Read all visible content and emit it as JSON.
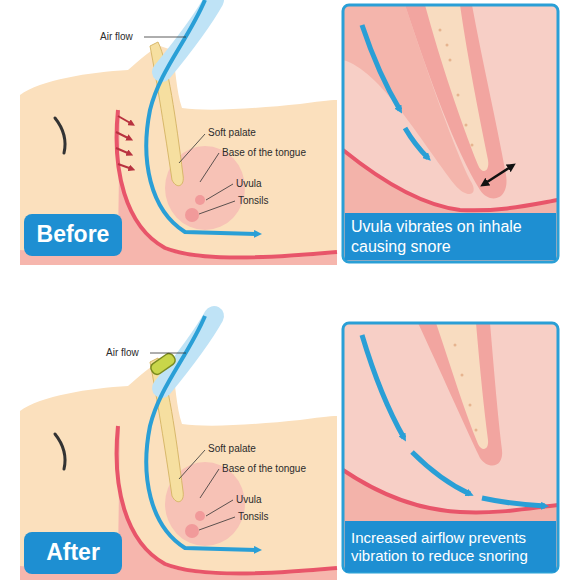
{
  "diagram": {
    "nodes": [
      {
        "text": [
          "Before"
        ]
      },
      {
        "text": [
          "Uvula vibrates on inhale causing snore"
        ]
      },
      {
        "text": [
          "After"
        ]
      },
      {
        "text": [
          "Increased airflow prevents vibration to reduce snoring"
        ]
      }
    ],
    "labels": [
      "Air flow",
      "Soft palate",
      "Base of the tongue",
      "Uvula",
      "Tonsils",
      "Air flow",
      "Soft palate",
      "Base of the tongue",
      "Uvula",
      "Tonsils"
    ]
  }
}
